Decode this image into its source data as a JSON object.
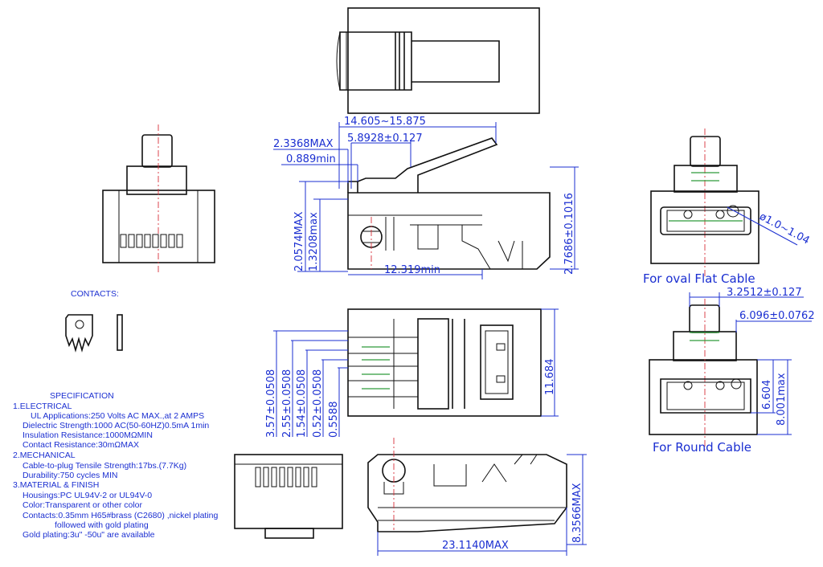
{
  "dimensions": {
    "top_length": "14.605~15.875",
    "max_height": "2.3368MAX",
    "tab_offset": "5.8928±0.127",
    "min_step": "0.889min",
    "contact_height": "2.0574MAX",
    "contact_depth": "1.3208max",
    "bottom_length": "12.319min",
    "side_height": "2.7686±0.1016",
    "body_width": "11.684",
    "pitch_a": "3.57±0.0508",
    "pitch_b": "2.55±0.0508",
    "pitch_c": "1.54±0.0508",
    "pitch_d": "0.52±0.0508",
    "pitch_e": "0.5588",
    "total_height": "8.3566MAX",
    "total_length": "23.1140MAX",
    "bore": "ø1.0~1.04",
    "round_top_width": "3.2512±0.127",
    "round_neck_width": "6.096±0.0762",
    "round_inner": "6.604",
    "round_outer": "8.001max"
  },
  "captions": {
    "oval": "For oval Flat Cable",
    "round": "For Round Cable"
  },
  "contacts": {
    "title": "CONTACTS:"
  },
  "specification": {
    "title": "SPECIFICATION",
    "lines": [
      "1.ELECTRICAL",
      "UL Applications:250 Volts AC MAX.,at 2 AMPS",
      "Dielectric Strength:1000 AC(50-60HZ)0.5mA 1min",
      "Insulation Resistance:1000MΩMIN",
      "Contact Resistance:30mΩMAX",
      "2.MECHANICAL",
      "Cable-to-plug Tensile Strength:17bs.(7.7Kg)",
      "Durability:750 cycles MIN",
      "3.MATERIAL & FINISH",
      "Housings:PC UL94V-2 or UL94V-0",
      "Color:Transparent or other color",
      "Contacts:0.35mm H65#brass (C2680) ,nickel plating",
      "followed with gold plating",
      "Gold plating:3u\" -50u\" are available"
    ]
  }
}
